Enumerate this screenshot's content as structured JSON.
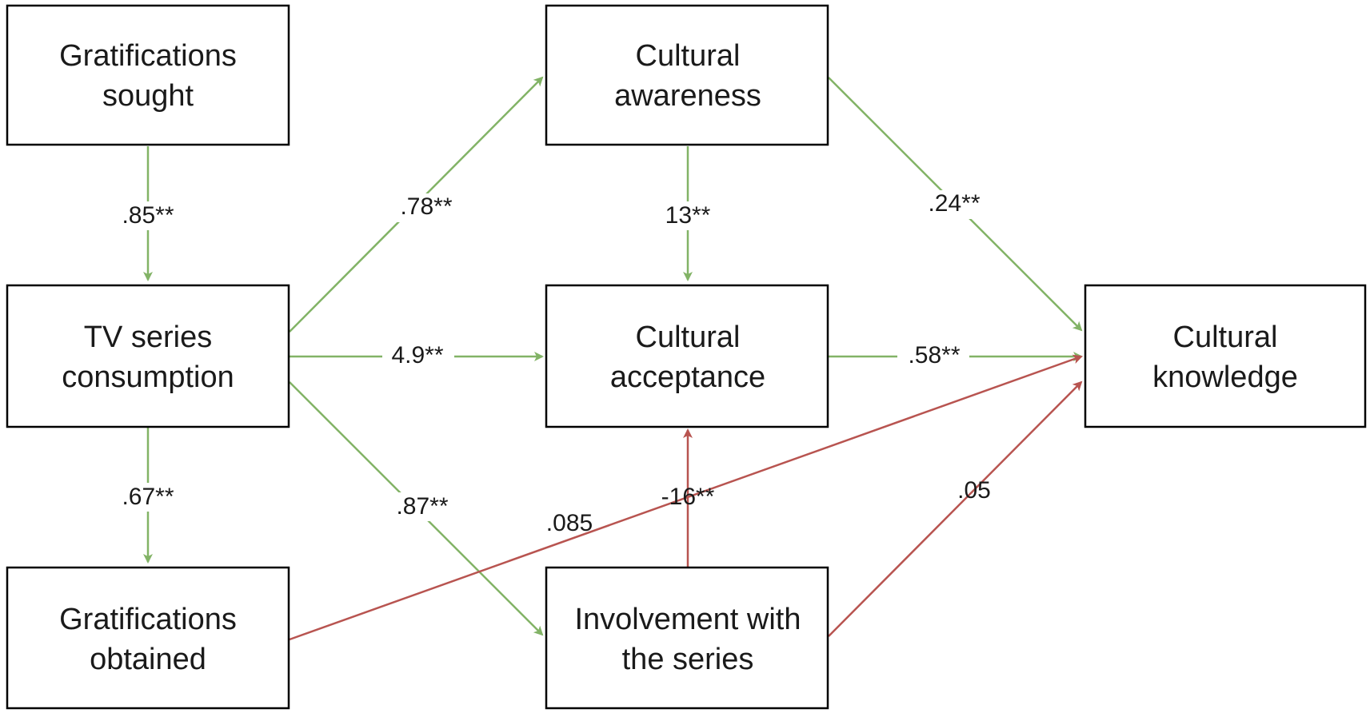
{
  "nodes": {
    "gs": {
      "line1": "Gratifications",
      "line2": "sought"
    },
    "tv": {
      "line1": "TV series",
      "line2": "consumption"
    },
    "go": {
      "line1": "Gratifications",
      "line2": "obtained"
    },
    "caw": {
      "line1": "Cultural",
      "line2": "awareness"
    },
    "cac": {
      "line1": "Cultural",
      "line2": "acceptance"
    },
    "inv": {
      "line1": "Involvement with",
      "line2": "the series"
    },
    "ck": {
      "line1": "Cultural",
      "line2": "knowledge"
    }
  },
  "edges": [
    {
      "from": "Gratifications sought",
      "to": "TV series consumption",
      "label": ".85**",
      "color": "#82b366"
    },
    {
      "from": "TV series consumption",
      "to": "Gratifications obtained",
      "label": ".67**",
      "color": "#82b366"
    },
    {
      "from": "TV series consumption",
      "to": "Cultural awareness",
      "label": ".78**",
      "color": "#82b366"
    },
    {
      "from": "TV series consumption",
      "to": "Cultural acceptance",
      "label": "4.9**",
      "color": "#82b366"
    },
    {
      "from": "TV series consumption",
      "to": "Involvement with the series",
      "label": ".87**",
      "color": "#82b366"
    },
    {
      "from": "Cultural awareness",
      "to": "Cultural acceptance",
      "label": "13**",
      "color": "#82b366"
    },
    {
      "from": "Cultural awareness",
      "to": "Cultural knowledge",
      "label": ".24**",
      "color": "#82b366"
    },
    {
      "from": "Cultural acceptance",
      "to": "Cultural knowledge",
      "label": ".58**",
      "color": "#82b366"
    },
    {
      "from": "Involvement with the series",
      "to": "Cultural acceptance",
      "label": "-16**",
      "color": "#b85450"
    },
    {
      "from": "Gratifications obtained",
      "to": "Cultural knowledge",
      "label": ".085",
      "color": "#b85450"
    },
    {
      "from": "Involvement with the series",
      "to": "Cultural knowledge",
      "label": ".05",
      "color": "#b85450"
    }
  ]
}
